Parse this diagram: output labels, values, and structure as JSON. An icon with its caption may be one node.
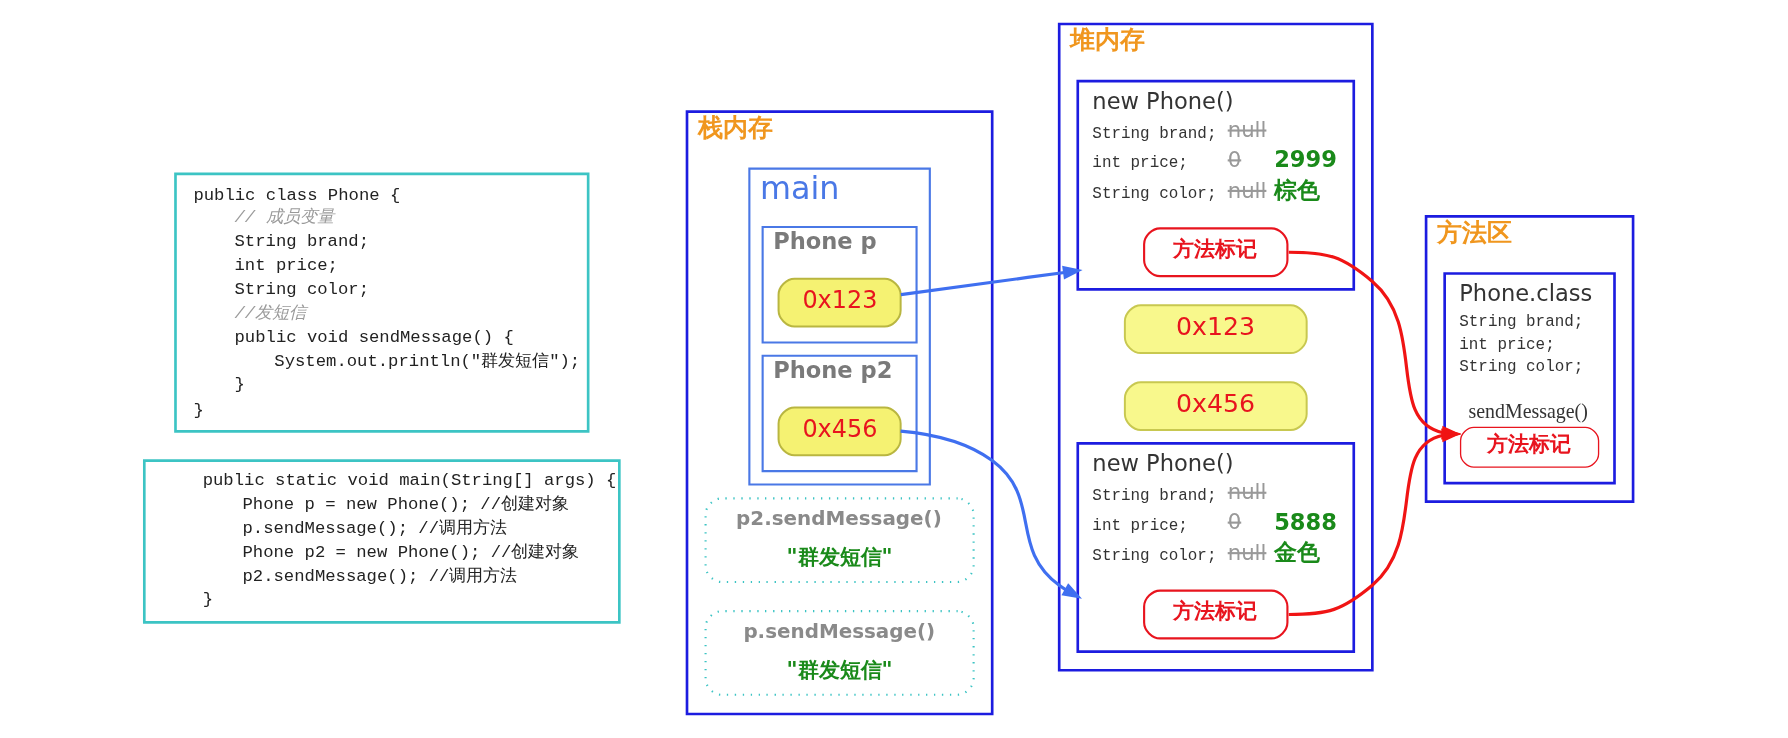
{
  "diagram": {
    "nodes": [
      {
        "text": [
          "public class Phone {",
          "// 成员变量",
          "String brand;",
          "int price;",
          "String color;",
          "//发短信",
          "public void sendMessage() {",
          "System.out.println(\"群发短信\");",
          "}",
          "}"
        ]
      },
      {
        "text": [
          "public static void main(String[] args) {",
          "Phone p = new Phone(); //创建对象",
          "p.sendMessage(); //调用方法",
          "Phone p2 = new Phone(); //创建对象",
          "p2.sendMessage(); //调用方法",
          "}"
        ]
      },
      {
        "text": [
          "栈内存"
        ]
      },
      {
        "text": [
          "p2.sendMessage()",
          "\"群发短信\""
        ],
        "in": 2
      },
      {
        "text": [
          "p.sendMessage()",
          "\"群发短信\""
        ],
        "in": 2
      },
      {
        "text": [
          "main"
        ],
        "in": 2
      },
      {
        "text": [
          "Phone p"
        ],
        "in": 5
      },
      {
        "text": [
          "0x123"
        ],
        "in": 6
      },
      {
        "text": [
          "Phone p2"
        ],
        "in": 5
      },
      {
        "text": [
          "0x456"
        ],
        "in": 8
      },
      {
        "text": [
          "方法区"
        ]
      },
      {
        "text": [
          "Phone.class",
          "String brand;",
          "int price;",
          "String color;"
        ],
        "in": 10
      },
      {
        "text": [
          "sendMessage()",
          "方法标记"
        ],
        "in": 11
      },
      {
        "text": [
          "堆内存"
        ]
      },
      {
        "text": [
          "0x123"
        ],
        "in": 13
      },
      {
        "text": [
          "new Phone()",
          "String brand;",
          "null",
          "int price;",
          "0",
          "2999",
          "String color;",
          "null",
          "棕色"
        ],
        "in": 13
      },
      {
        "text": [
          "方法标记"
        ],
        "in": 15
      },
      {
        "text": [
          "0x456"
        ],
        "in": 13
      },
      {
        "text": [
          "new Phone()",
          "String brand;",
          "null",
          "int price;",
          "0",
          "5888",
          "String color;",
          "null",
          "金色"
        ],
        "in": 13
      },
      {
        "text": [
          "方法标记"
        ],
        "in": 18
      }
    ],
    "edges": [
      {
        "from": 7,
        "to": 15,
        "arrow": "to",
        "color": "#3f6ff0"
      },
      {
        "from": 9,
        "to": 18,
        "arrow": "to",
        "color": "#3f6ff0"
      },
      {
        "from": 16,
        "to": 12,
        "arrow": "to",
        "color": "#f01414"
      },
      {
        "from": 19,
        "to": 12,
        "arrow": "to",
        "color": "#f01414"
      }
    ]
  }
}
